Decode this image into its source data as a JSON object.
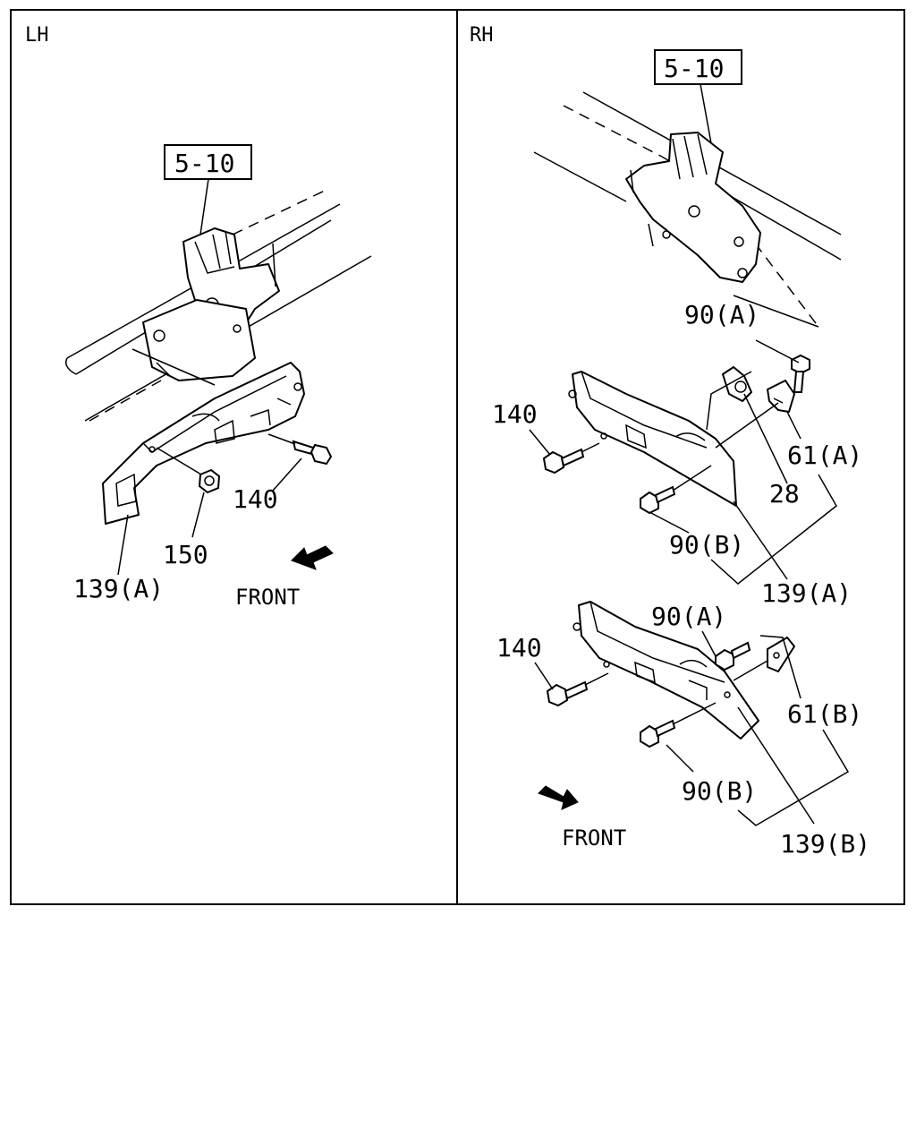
{
  "panels": {
    "left": {
      "title": "LH",
      "ref_box": "5-10",
      "labels": {
        "p140": "140",
        "p150": "150",
        "p139a": "139(A)",
        "front": "FRONT"
      }
    },
    "right": {
      "title": "RH",
      "ref_box": "5-10",
      "labels": {
        "p90a_top": "90(A)",
        "p140_top": "140",
        "p61a": "61(A)",
        "p28": "28",
        "p90b_top": "90(B)",
        "p139a": "139(A)",
        "p90a_bot": "90(A)",
        "p140_bot": "140",
        "p61b": "61(B)",
        "p90b_bot": "90(B)",
        "p139b": "139(B)",
        "front": "FRONT"
      }
    }
  }
}
